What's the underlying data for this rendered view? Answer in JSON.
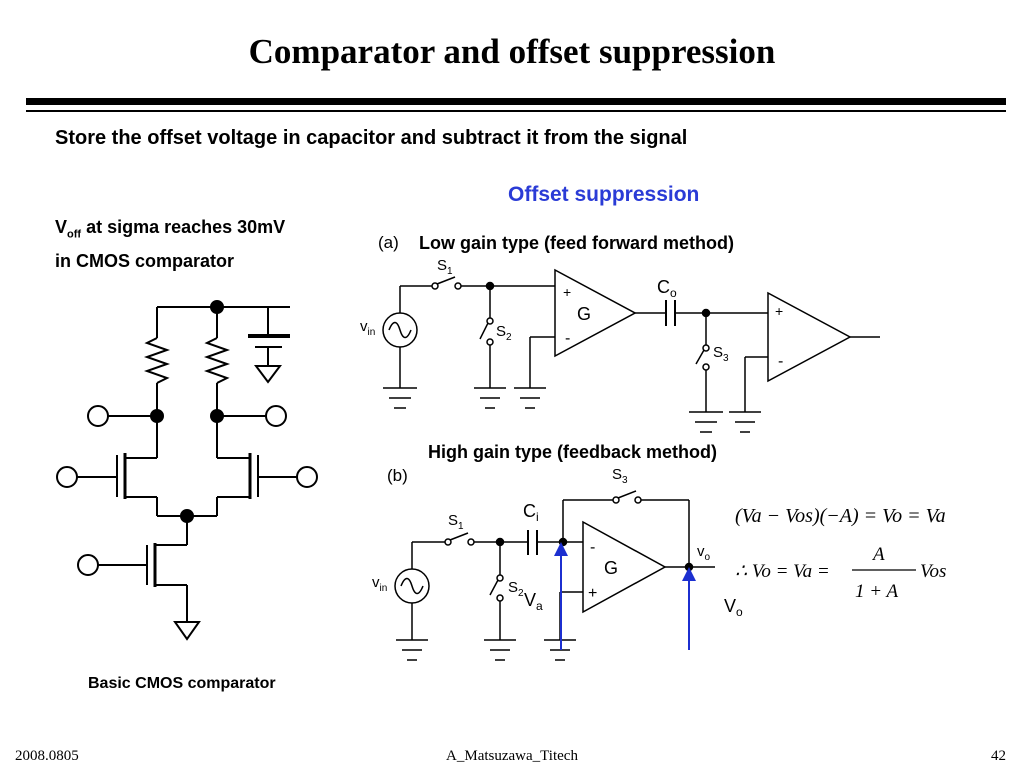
{
  "slide": {
    "title": "Comparator and offset suppression",
    "subtitle": "Store the offset voltage in capacitor and subtract it from the signal",
    "offset_heading": "Offset suppression",
    "voff_symbol": "V",
    "voff_sub": "off",
    "voff_line1_rest": " at sigma reaches 30mV",
    "voff_line2": "in CMOS comparator",
    "cmos_caption": "Basic CMOS comparator"
  },
  "circuit_a": {
    "tag": "(a)",
    "title": "Low gain type (feed forward method)",
    "switch1_label": "S",
    "switch1_sub": "1",
    "switch2_label": "S",
    "switch2_sub": "2",
    "switch3_label": "S",
    "switch3_sub": "3",
    "cap_label": "C",
    "cap_sub": "o",
    "amp_label": "G",
    "plus": "+",
    "minus": "-",
    "source_label": "v",
    "source_sub": "in"
  },
  "circuit_b": {
    "tag": "(b)",
    "title": "High gain type (feedback method)",
    "switch1_label": "S",
    "switch1_sub": "1",
    "switch2_label": "S",
    "switch2_sub": "2",
    "switch3_label": "S",
    "switch3_sub": "3",
    "cap_label": "C",
    "cap_sub": "i",
    "amp_label": "G",
    "plus": "+",
    "minus": "-",
    "source_label": "v",
    "source_sub": "in",
    "out_label": "v",
    "out_sub": "o",
    "va_label": "V",
    "va_sub": "a",
    "vo_label": "V",
    "vo_sub": "o"
  },
  "equations": {
    "eq1": "(Va − Vos)(−A) = Vo = Va",
    "eq2_lhs": "∴ Vo = Va =",
    "eq2_num": "A",
    "eq2_den": "1 + A",
    "eq2_rhs": "Vos"
  },
  "footer": {
    "date": "2008.0805",
    "author": "A_Matsuzawa_Titech",
    "page": "42"
  },
  "colors": {
    "heading_blue": "#2a3bd6",
    "arrow_blue": "#1c2fd0"
  }
}
